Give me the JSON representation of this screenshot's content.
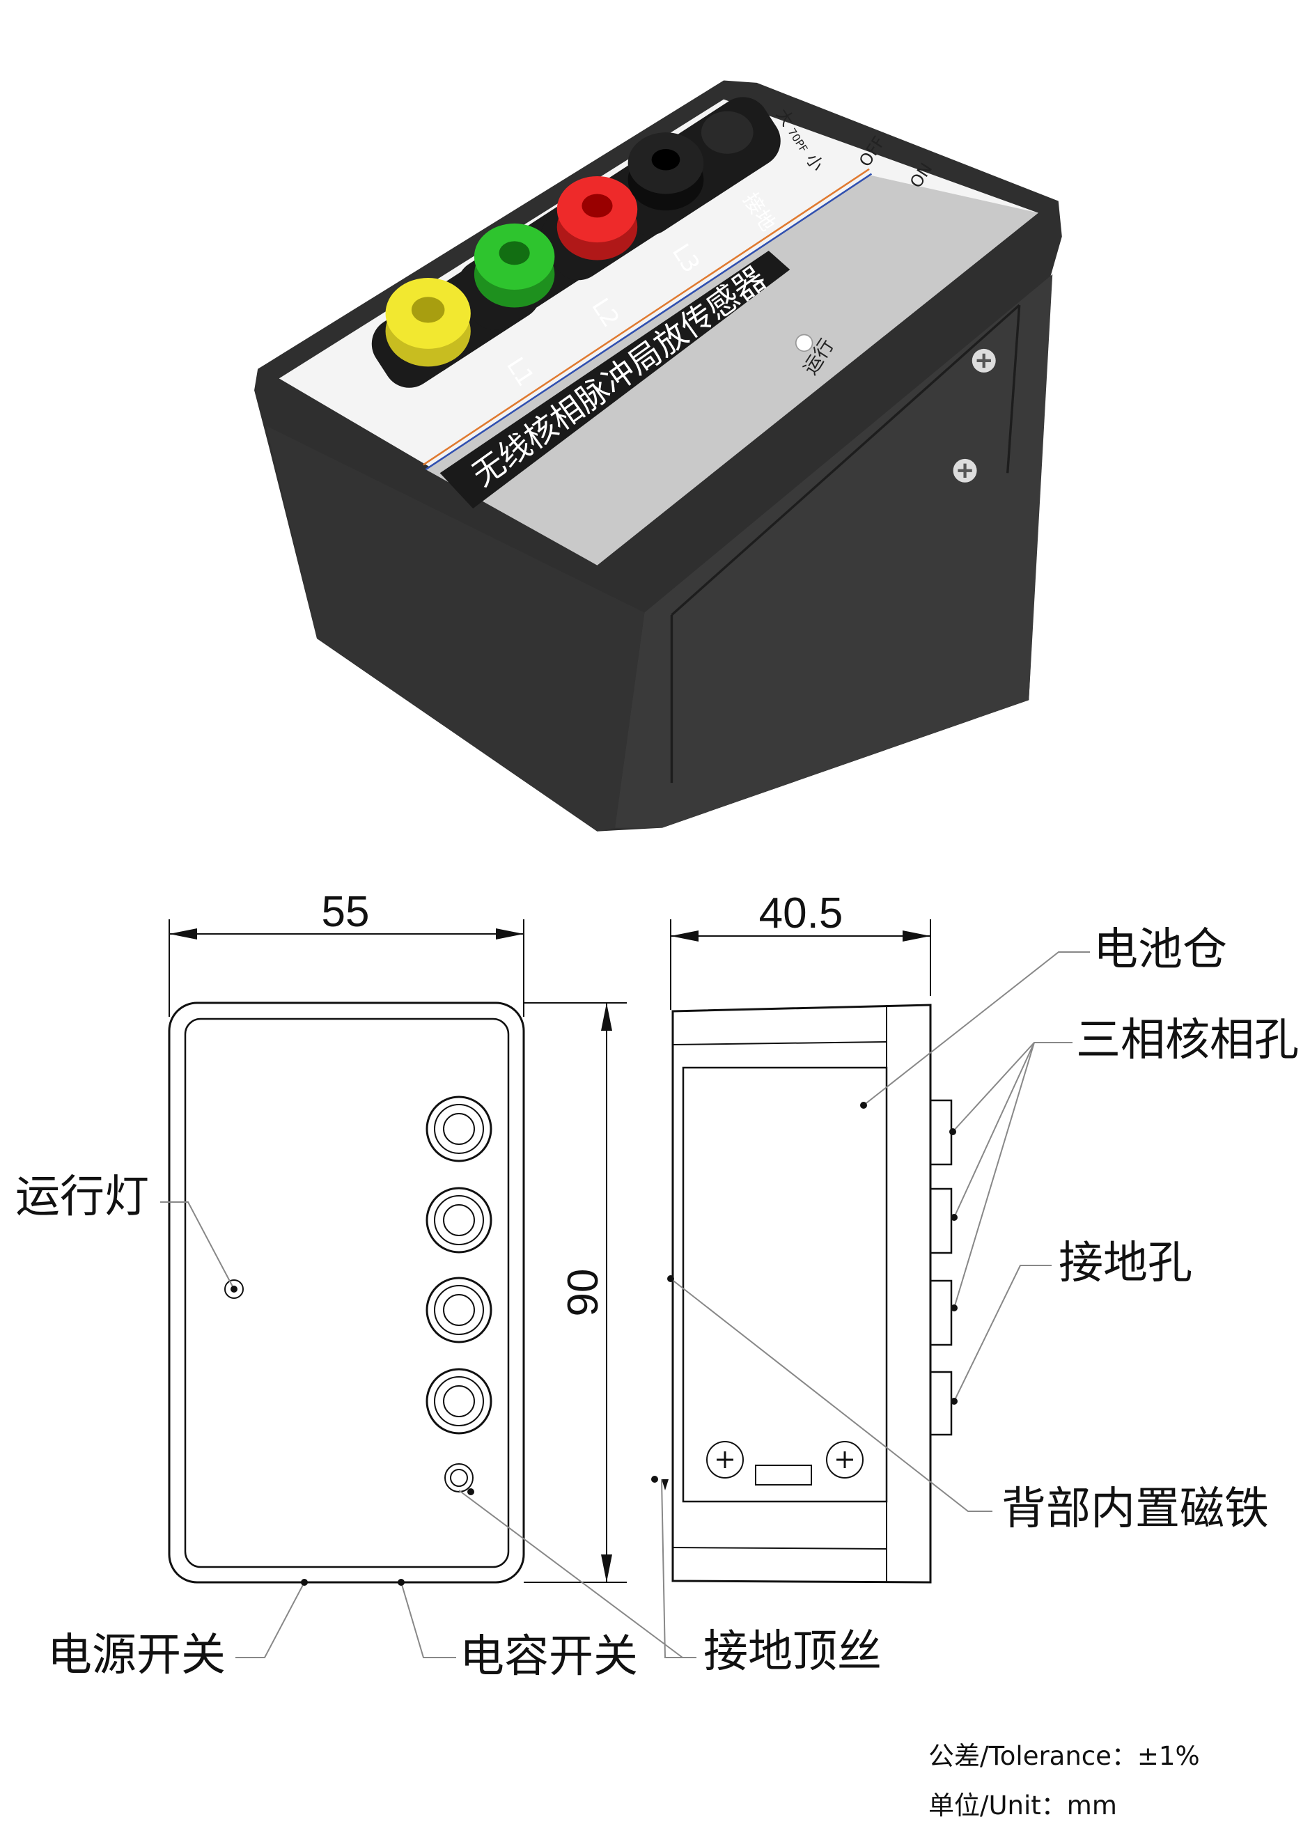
{
  "product": {
    "title": "无线核相脉冲局放传感器",
    "jacks": [
      {
        "label": "L1",
        "color": "#f2e830"
      },
      {
        "label": "L2",
        "color": "#2ec42e"
      },
      {
        "label": "L3",
        "color": "#ee2a2a"
      },
      {
        "label": "接地",
        "color": "#1a1a1a"
      }
    ],
    "run_label": "运行",
    "switch_off": "OFF",
    "switch_on": "ON",
    "cap_big": "大",
    "cap_value": "70PF",
    "cap_small": "小",
    "body_color": "#2f2f2f",
    "panel_color": "#c9c9c9"
  },
  "dimensions": {
    "width": "55",
    "depth": "40.5",
    "height": "90"
  },
  "callouts": {
    "battery": "电池仓",
    "three_phase_holes": "三相核相孔",
    "ground_hole": "接地孔",
    "magnet": "背部内置磁铁",
    "run_light": "运行灯",
    "power_switch": "电源开关",
    "cap_switch": "电容开关",
    "ground_screw": "接地顶丝"
  },
  "notes": {
    "tolerance": "公差/Tolerance：±1%",
    "unit": "单位/Unit：mm"
  }
}
